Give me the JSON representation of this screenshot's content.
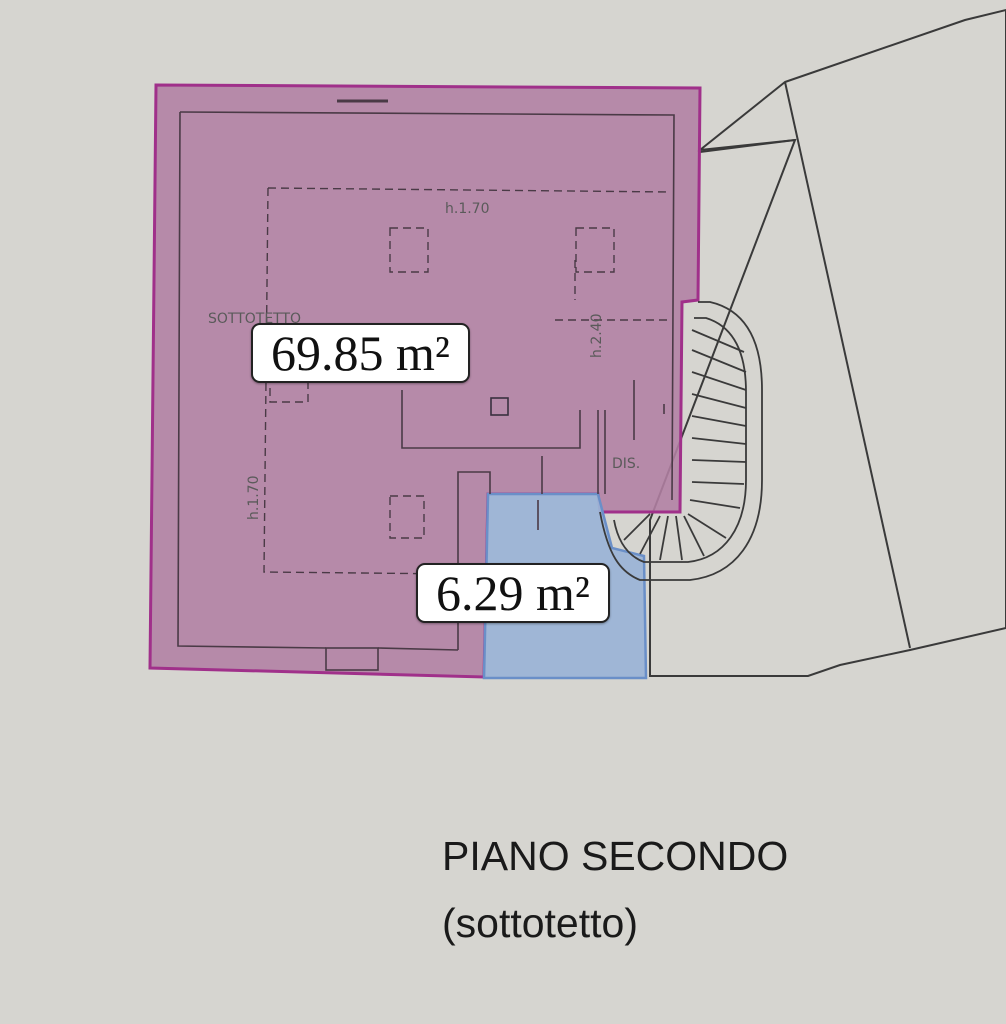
{
  "colors": {
    "background": "#d6d5d0",
    "main_area_fill": "#b27fa3",
    "main_area_stroke": "#a0308a",
    "small_area_fill": "#9cb4d6",
    "small_area_stroke": "#6a8fc8",
    "line": "#3a3a3a"
  },
  "areas": {
    "main": {
      "value": "69.85 m²"
    },
    "small": {
      "value": "6.29 m²"
    }
  },
  "plan_labels": {
    "height_top": "h.1.70",
    "height_left": "h.1.70",
    "height_mid": "h.2.40",
    "room": "SOTTOTETTO",
    "dis": "DIS."
  },
  "caption": {
    "title": "PIANO SECONDO",
    "subtitle": "(sottotetto)"
  }
}
